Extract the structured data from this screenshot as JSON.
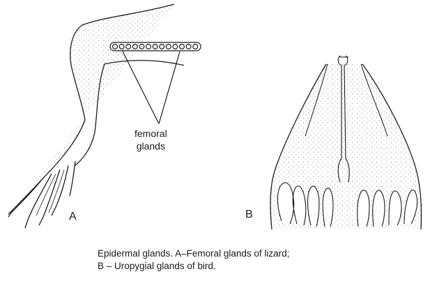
{
  "panels": {
    "a": {
      "letter": "A",
      "annotation_line1": "femoral",
      "annotation_line2": "glands"
    },
    "b": {
      "letter": "B"
    }
  },
  "caption": {
    "line1": "Epidermal glands. A–Femoral glands of lizard;",
    "line2": "B – Uropygial glands of bird."
  }
}
